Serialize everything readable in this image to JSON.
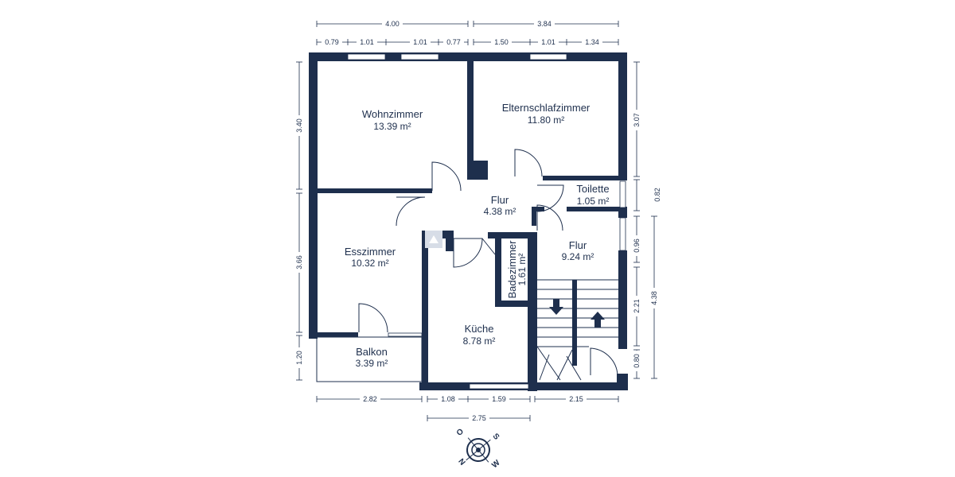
{
  "rooms": [
    {
      "name": "Wohnzimmer",
      "area": "13.39 m²"
    },
    {
      "name": "Elternschlafzimmer",
      "area": "11.80 m²"
    },
    {
      "name": "Flur",
      "area": "4.38 m²"
    },
    {
      "name": "Toilette",
      "area": "1.05 m²"
    },
    {
      "name": "Esszimmer",
      "area": "10.32 m²"
    },
    {
      "name": "Badezimmer",
      "area": "1.61 m²"
    },
    {
      "name": "Flur",
      "area": "9.24 m²"
    },
    {
      "name": "Küche",
      "area": "8.78 m²"
    },
    {
      "name": "Balkon",
      "area": "3.39 m²"
    }
  ],
  "dimensions": {
    "top_left_total": "4.00",
    "top_right_total": "3.84",
    "top_left_segments": [
      "0.79",
      "1.01",
      "1.01",
      "0.77"
    ],
    "top_right_segments": [
      "1.50",
      "1.01",
      "1.34"
    ],
    "left_upper": "3.40",
    "left_middle": "3.66",
    "left_lower": "1.20",
    "right_elternschlaf": "3.07",
    "right_toilette": "0.82",
    "right_flur_window": "0.96",
    "right_stair": "2.21",
    "right_door": "0.80",
    "right_total": "4.38",
    "bottom_balkon": "2.82",
    "bottom_kitchen_a": "1.08",
    "bottom_kitchen_b": "1.59",
    "bottom_stair": "2.15",
    "bottom_kitchen_total": "2.75"
  },
  "compass": {
    "letters": [
      "O",
      "S",
      "W",
      "N"
    ]
  },
  "colors": {
    "wall": "#1e2f4d",
    "background": "#ffffff"
  }
}
